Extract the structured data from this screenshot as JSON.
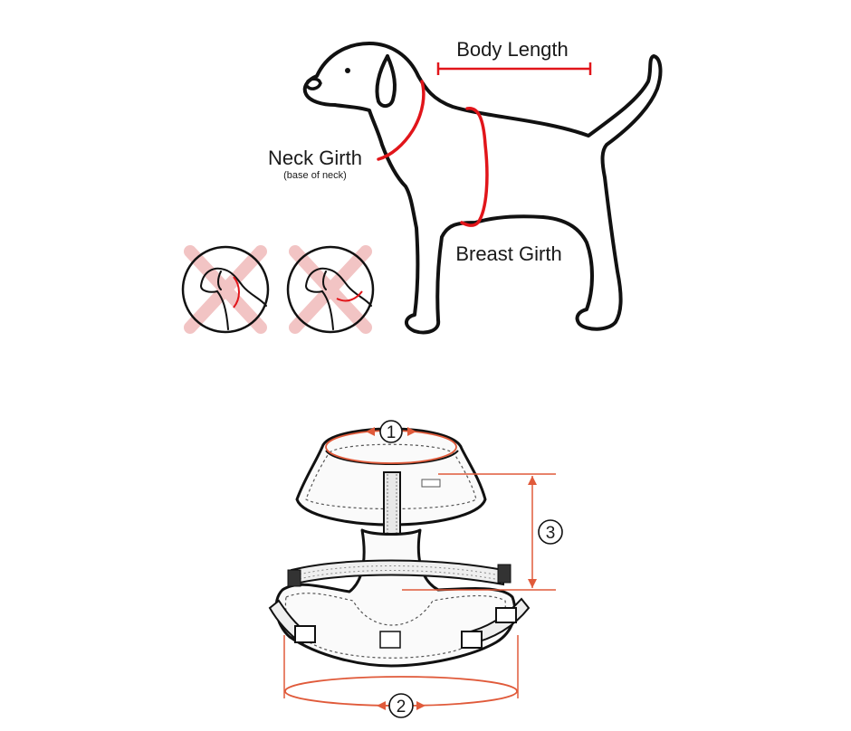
{
  "dog_diagram": {
    "body_length": "Body Length",
    "neck_girth": "Neck Girth",
    "neck_girth_note": "(base of neck)",
    "breast_girth": "Breast Girth"
  },
  "harness_diagram": {
    "marker_1": "1",
    "marker_2": "2",
    "marker_3": "3"
  },
  "colors": {
    "measure_red": "#e1151a",
    "harness_red": "#e05a3a",
    "wrong_cross": "#f2c4c4",
    "outline": "#111111"
  }
}
